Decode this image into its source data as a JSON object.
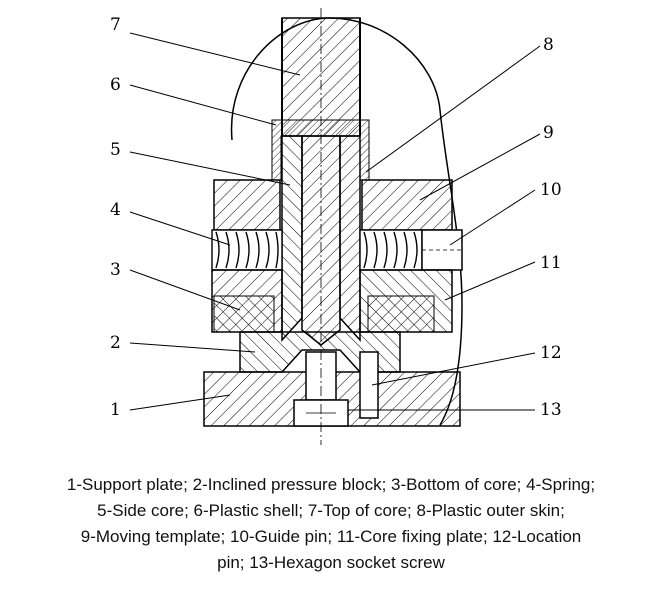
{
  "callouts": [
    "1",
    "2",
    "3",
    "4",
    "5",
    "6",
    "7",
    "8",
    "9",
    "10",
    "11",
    "12",
    "13"
  ],
  "caption": {
    "lines": [
      "1-Support plate; 2-Inclined pressure block; 3-Bottom of core; 4-Spring;",
      "5-Side core; 6-Plastic shell; 7-Top of core; 8-Plastic outer skin;",
      "9-Moving template; 10-Guide pin; 11-Core fixing plate; 12-Location",
      "pin; 13-Hexagon socket screw"
    ]
  }
}
